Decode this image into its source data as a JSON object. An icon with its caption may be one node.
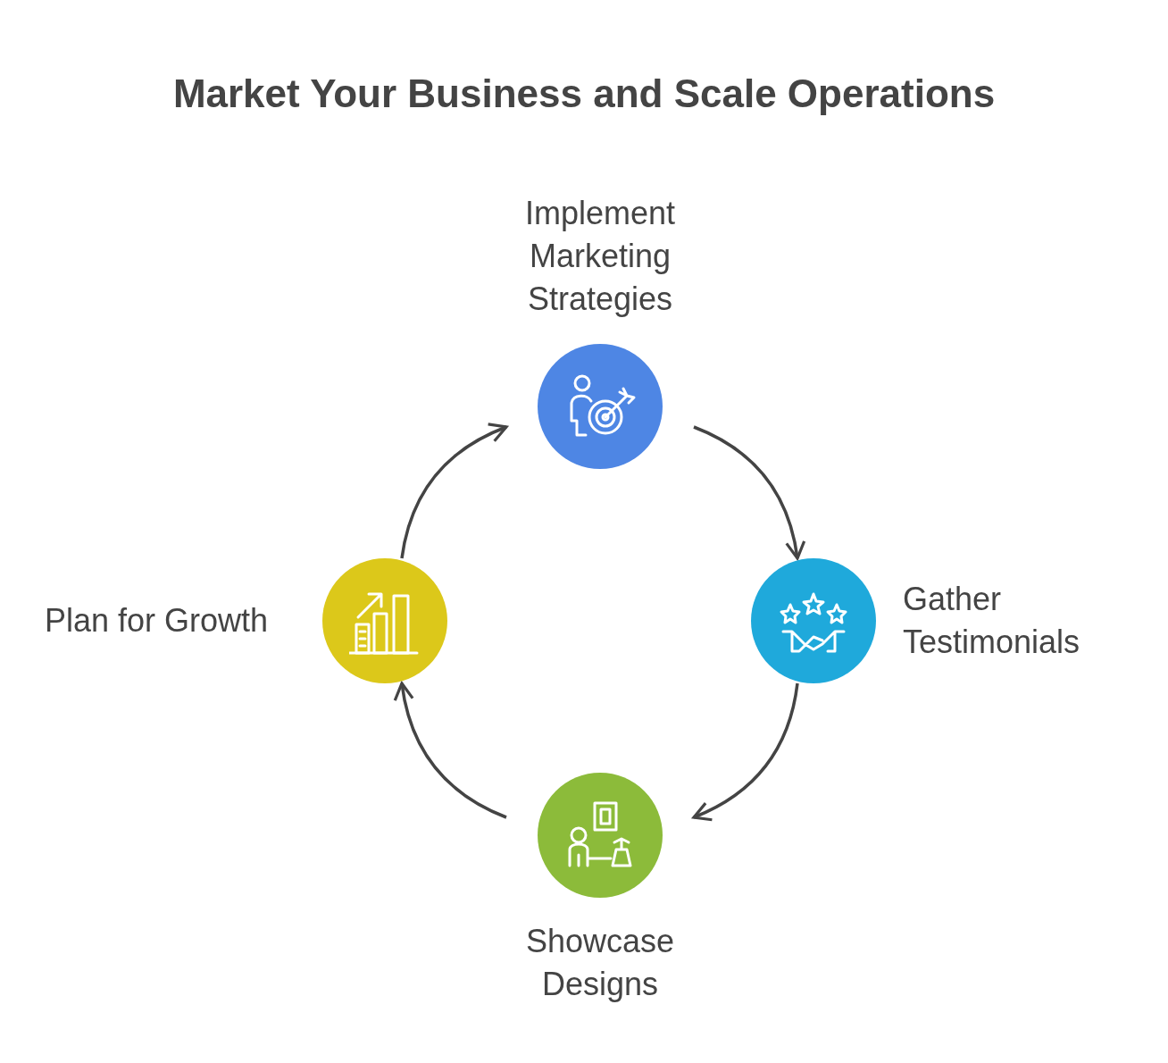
{
  "diagram": {
    "title": "Market Your Business and Scale Operations",
    "nodes": [
      {
        "text": [
          "Implement Marketing Strategies"
        ]
      },
      {
        "text": [
          "Gather Testimonials"
        ]
      },
      {
        "text": [
          "Showcase Designs"
        ]
      },
      {
        "text": [
          "Plan for Growth"
        ]
      }
    ],
    "edges": [
      {
        "from": 0,
        "to": 1,
        "arrow": "to"
      },
      {
        "from": 1,
        "to": 2,
        "arrow": "to"
      },
      {
        "from": 2,
        "to": 3,
        "arrow": "to"
      },
      {
        "from": 3,
        "to": 0,
        "arrow": "to"
      }
    ]
  }
}
